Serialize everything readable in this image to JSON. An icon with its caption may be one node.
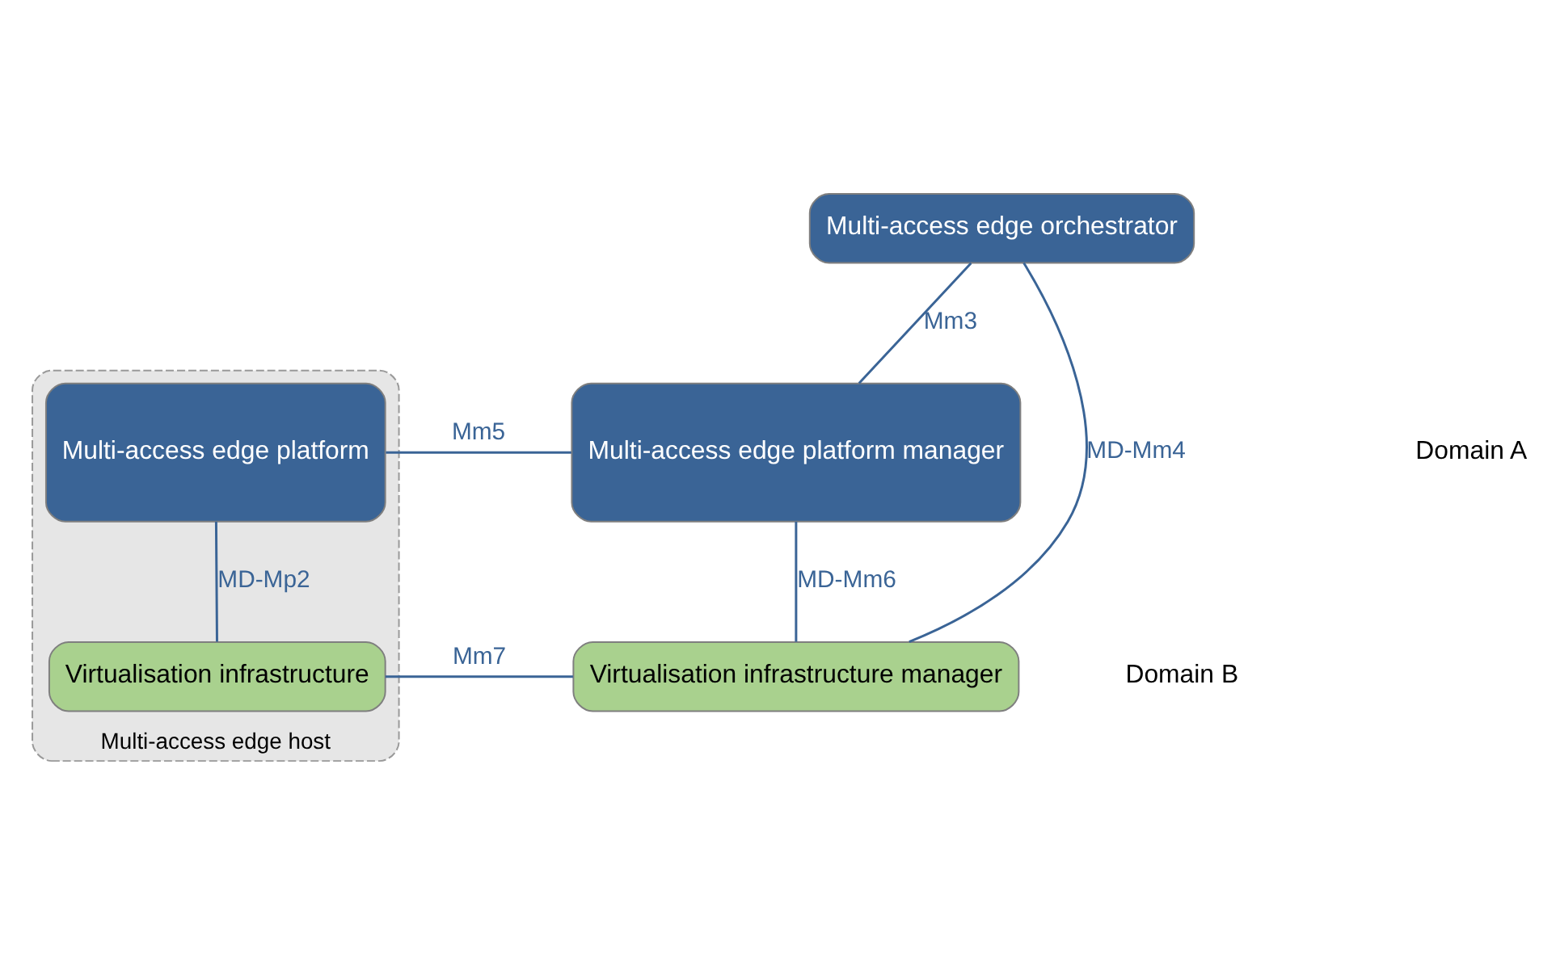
{
  "diagram": {
    "nodes": [
      {
        "text": [
          "Multi-access edge host"
        ]
      },
      {
        "text": [
          "Multi-access edge platform"
        ],
        "in": 0
      },
      {
        "text": [
          "Virtualisation infrastructure"
        ],
        "in": 0
      },
      {
        "text": [
          "Multi-access edge orchestrator"
        ]
      },
      {
        "text": [
          "Multi-access edge platform manager"
        ]
      },
      {
        "text": [
          "Virtualisation infrastructure manager"
        ]
      }
    ],
    "edges": [
      {
        "from": 3,
        "to": 4,
        "arrow": "none",
        "label": "Mm3"
      },
      {
        "from": 1,
        "to": 4,
        "arrow": "none",
        "label": "Mm5"
      },
      {
        "from": 1,
        "to": 2,
        "arrow": "none",
        "label": "MD-Mp2"
      },
      {
        "from": 4,
        "to": 5,
        "arrow": "none",
        "label": "MD-Mm6"
      },
      {
        "from": 3,
        "to": 5,
        "arrow": "none",
        "label": "MD-Mm4"
      },
      {
        "from": 2,
        "to": 5,
        "arrow": "none",
        "label": "Mm7"
      }
    ],
    "labels": [
      "Domain A",
      "Domain B"
    ]
  }
}
